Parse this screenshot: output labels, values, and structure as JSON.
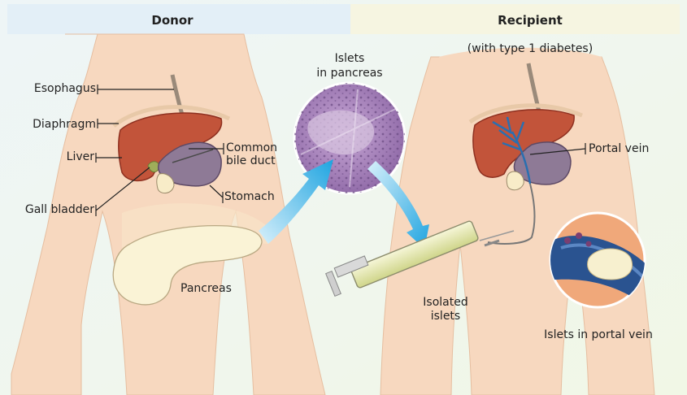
{
  "headers": {
    "donor": "Donor",
    "recipient": "Recipient",
    "recipient_sub": "(with type 1 diabetes)"
  },
  "labels": {
    "esophagus": "Esophagus",
    "diaphragm": "Diaphragm",
    "liver": "Liver",
    "gall_bladder": "Gall bladder",
    "common_bile_duct_1": "Common",
    "common_bile_duct_2": "bile duct",
    "stomach": "Stomach",
    "pancreas": "Pancreas",
    "islets_in_pancreas_1": "Islets",
    "islets_in_pancreas_2": "in pancreas",
    "isolated_islets_1": "Isolated",
    "isolated_islets_2": "islets",
    "portal_vein": "Portal vein",
    "islets_in_portal_vein": "Islets in portal vein"
  },
  "colors": {
    "donor_band": "#e3eff7",
    "recipient_band": "#f6f5e1",
    "skin": "#f7d8bf",
    "liver": "#c2543a",
    "stomach": "#8e7a96",
    "pancreas": "#faf3d6",
    "arrow": "#1ea4e0",
    "tissue": "#a782b8"
  }
}
